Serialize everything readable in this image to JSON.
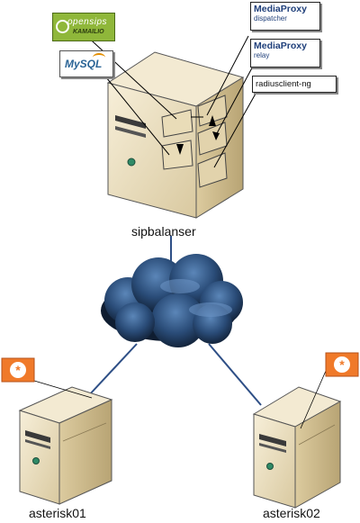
{
  "nodes": {
    "sipbalanser": "sipbalanser",
    "asterisk01": "asterisk01",
    "asterisk02": "asterisk02"
  },
  "components": {
    "opensips_logo": "opensips",
    "opensips_sub": "KAMAILIO",
    "mysql_logo": "MySQL",
    "mediaproxy_dispatcher_title": "MediaProxy",
    "mediaproxy_dispatcher_sub": "dispatcher",
    "mediaproxy_relay_title": "MediaProxy",
    "mediaproxy_relay_sub": "relay",
    "radiusclient": "radiusclient-ng"
  },
  "colors": {
    "server_body": "#ece1c4",
    "server_side": "#cbb98f",
    "link_line": "#2e4f86",
    "asterisk_orange": "#f07a2a",
    "cloud_dark": "#1d3655"
  }
}
